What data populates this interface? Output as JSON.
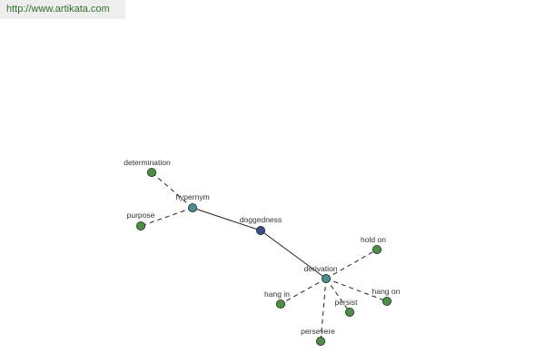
{
  "header": {
    "url_text": "http://www.artikata.com"
  },
  "colors": {
    "root_node": "#3d4f8a",
    "relation_node": "#4a8f8f",
    "leaf_node": "#4e8f46",
    "url_text": "#2f6f2f"
  },
  "graph": {
    "nodes": [
      {
        "id": "doggedness",
        "label": "doggedness",
        "kind": "root"
      },
      {
        "id": "hypernym",
        "label": "hypernym",
        "kind": "relation"
      },
      {
        "id": "derivation",
        "label": "derivation",
        "kind": "relation"
      },
      {
        "id": "determination",
        "label": "determination",
        "kind": "leaf"
      },
      {
        "id": "purpose",
        "label": "purpose",
        "kind": "leaf"
      },
      {
        "id": "hold_on",
        "label": "hold on",
        "kind": "leaf"
      },
      {
        "id": "hang_in",
        "label": "hang in",
        "kind": "leaf"
      },
      {
        "id": "persist",
        "label": "persist",
        "kind": "leaf"
      },
      {
        "id": "hang_on",
        "label": "hang on",
        "kind": "leaf"
      },
      {
        "id": "persevere",
        "label": "persevere",
        "kind": "leaf"
      }
    ],
    "edges": [
      {
        "from": "hypernym",
        "to": "doggedness",
        "style": "solid"
      },
      {
        "from": "doggedness",
        "to": "derivation",
        "style": "solid"
      },
      {
        "from": "hypernym",
        "to": "determination",
        "style": "dashed"
      },
      {
        "from": "hypernym",
        "to": "purpose",
        "style": "dashed"
      },
      {
        "from": "derivation",
        "to": "hold_on",
        "style": "dashed"
      },
      {
        "from": "derivation",
        "to": "hang_in",
        "style": "dashed"
      },
      {
        "from": "derivation",
        "to": "persist",
        "style": "dashed"
      },
      {
        "from": "derivation",
        "to": "hang_on",
        "style": "dashed"
      },
      {
        "from": "derivation",
        "to": "persevere",
        "style": "dashed"
      }
    ]
  }
}
